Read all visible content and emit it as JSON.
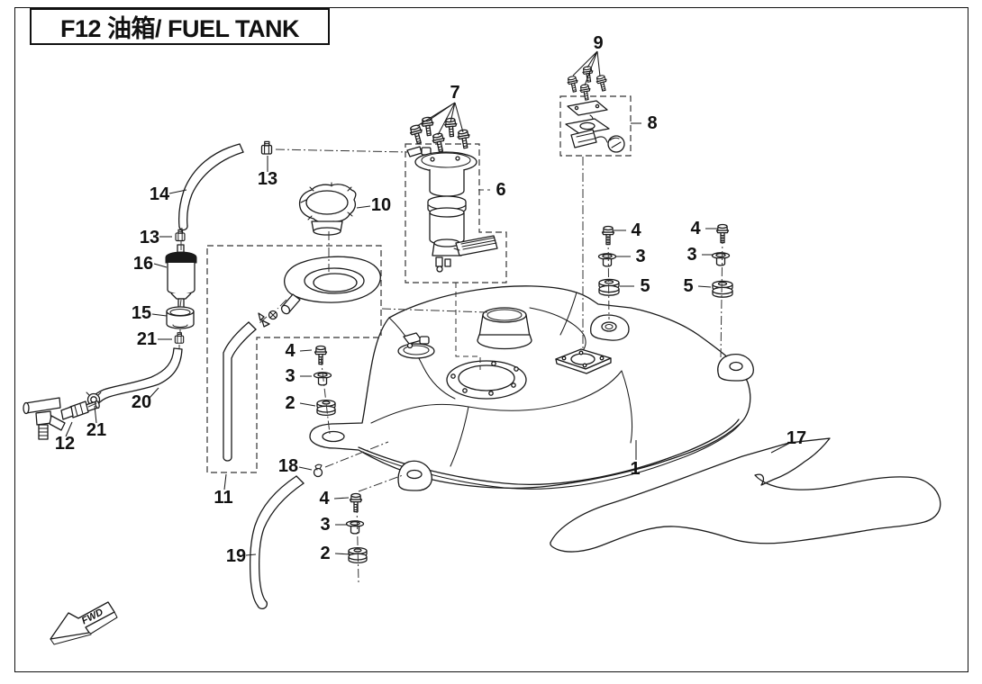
{
  "page": {
    "title": "F12 油箱/ FUEL TANK",
    "fwd_label": "FWD"
  },
  "part_labels": {
    "pump_bolts_7": "7",
    "bracket_bolts_9": "9",
    "bracket_8": "8",
    "pump_6": "6",
    "cap_10": "10",
    "clamp_13_top": "13",
    "hose_14": "14",
    "clamp_13_mid": "13",
    "filter_16": "16",
    "cup_15": "15",
    "clamp_21_upper": "21",
    "hose_20": "20",
    "clamp_21_lower": "21",
    "connector_12": "12",
    "bolt_4_left": "4",
    "washer_3_left": "3",
    "bushing_2_left": "2",
    "bolt_4_mid": "4",
    "washer_3_mid": "3",
    "mount_5_mid": "5",
    "bolt_4_right": "4",
    "washer_3_right": "3",
    "mount_5_right": "5",
    "clamp_18": "18",
    "hose_11": "11",
    "bolt_4_bottom": "4",
    "washer_3_bottom": "3",
    "bushing_2_bottom": "2",
    "hose_19": "19",
    "tank_1": "1",
    "shield_17": "17"
  }
}
